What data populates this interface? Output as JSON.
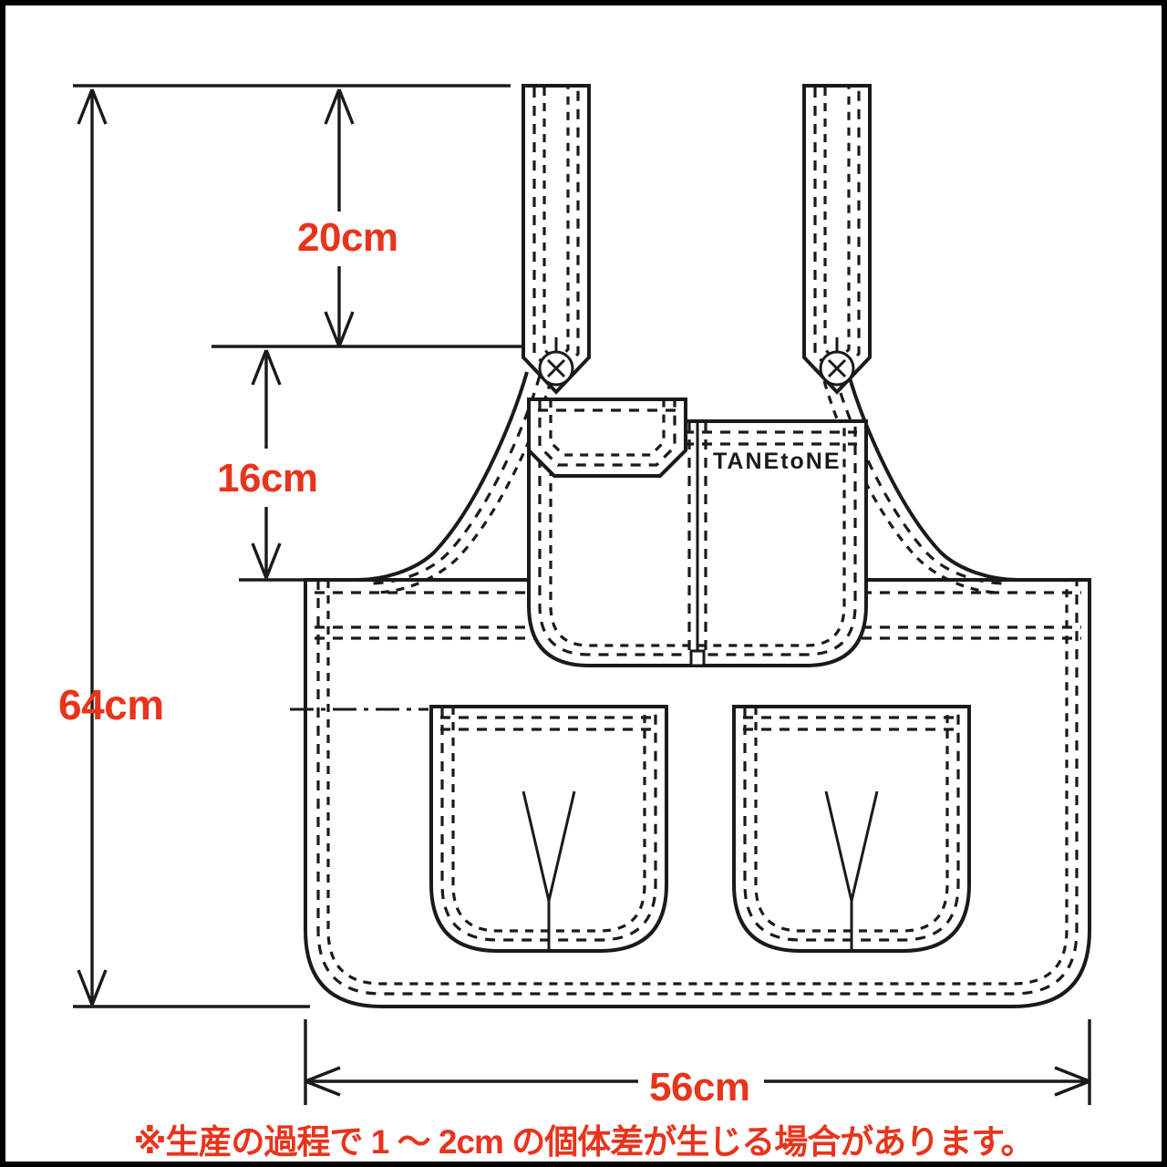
{
  "figure": {
    "kind": "apron-technical-drawing",
    "background_color": "#ffffff",
    "frame_color": "#000000",
    "line_color": "#1a1a1a",
    "dimension_color": "#E8341C"
  },
  "brand": {
    "label": "TANEtoNE"
  },
  "dimensions": {
    "strap_length": "20cm",
    "bib_height": "16cm",
    "total_height": "64cm",
    "total_width": "56cm"
  },
  "note": {
    "text": "※生産の過程で 1 ～ 2cm の個体差が生じる場合があります。"
  },
  "parts": {
    "left_strap": "left-shoulder-strap",
    "right_strap": "right-shoulder-strap",
    "left_button": "left-strap-button",
    "right_button": "right-strap-button",
    "chest_pocket": "chest-pocket",
    "chest_pocket_flap": "chest-pocket-flap",
    "left_hip_pocket": "left-hip-pocket",
    "right_hip_pocket": "right-hip-pocket",
    "body": "apron-body"
  }
}
